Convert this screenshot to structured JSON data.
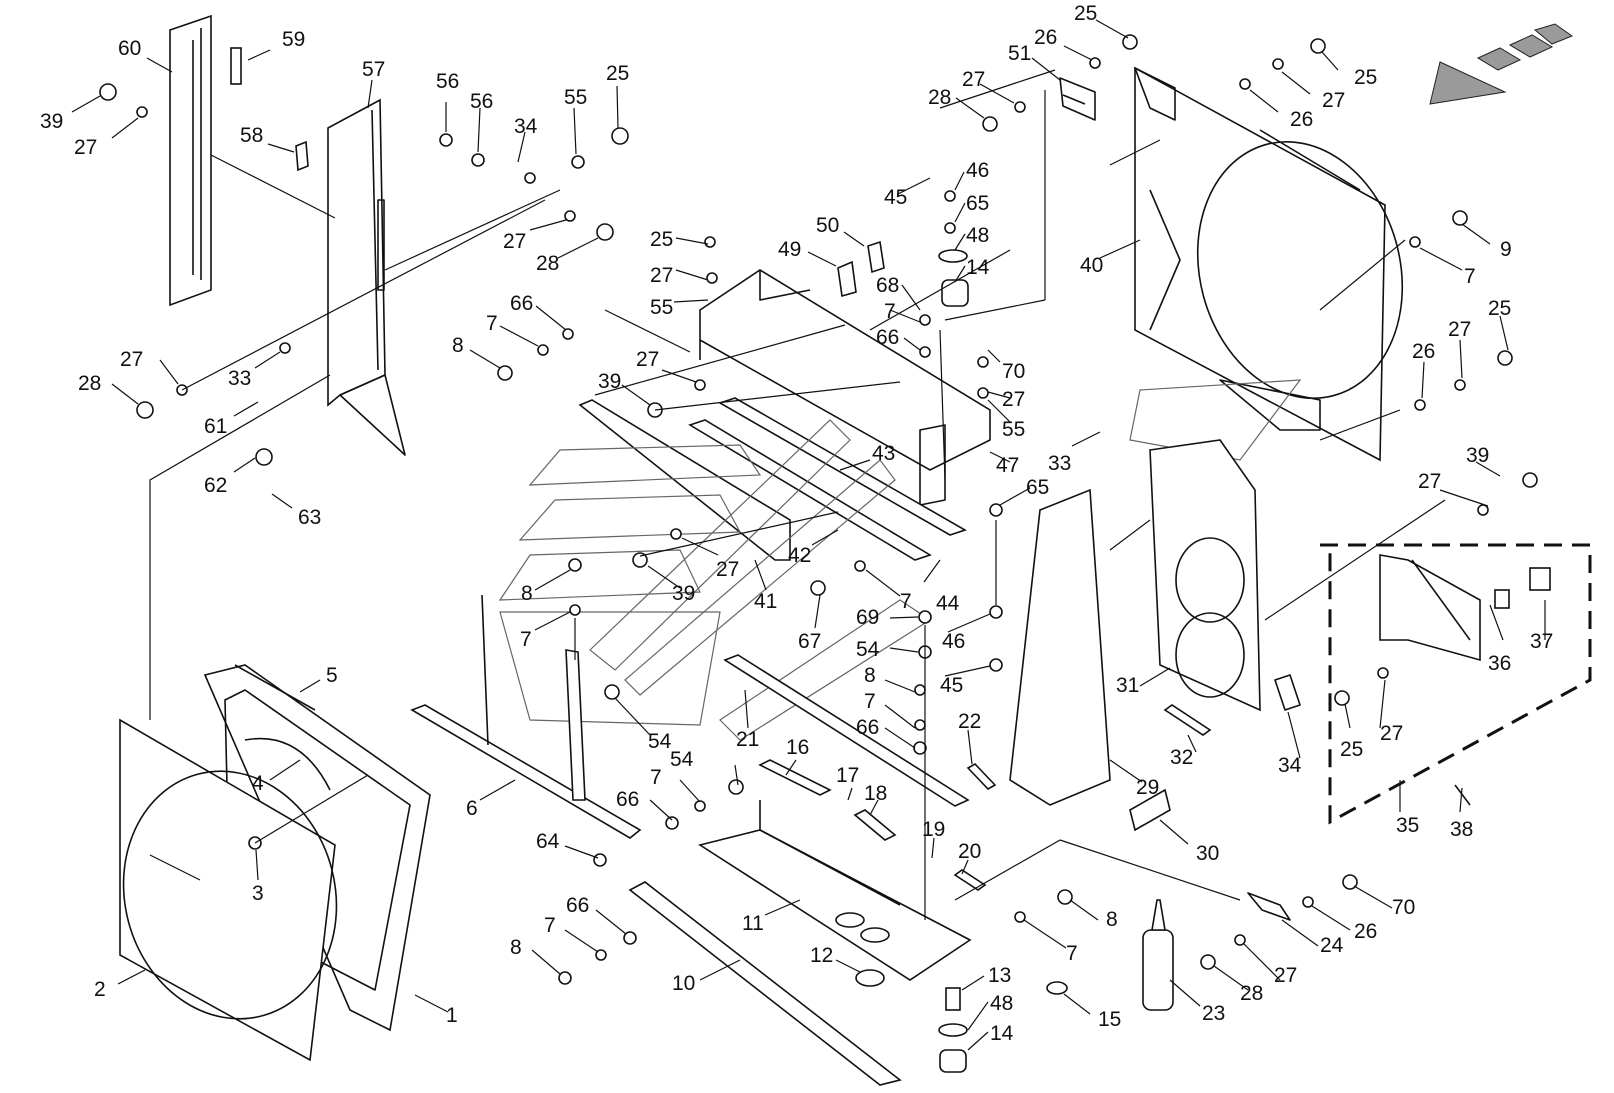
{
  "callouts": [
    {
      "id": "c-60",
      "text": "60"
    },
    {
      "id": "c-59",
      "text": "59"
    },
    {
      "id": "c-39a",
      "text": "39"
    },
    {
      "id": "c-27a",
      "text": "27"
    },
    {
      "id": "c-58",
      "text": "58"
    },
    {
      "id": "c-57",
      "text": "57"
    },
    {
      "id": "c-56a",
      "text": "56"
    },
    {
      "id": "c-56b",
      "text": "56"
    },
    {
      "id": "c-34a",
      "text": "34"
    },
    {
      "id": "c-55a",
      "text": "55"
    },
    {
      "id": "c-25a",
      "text": "25"
    },
    {
      "id": "c-27b",
      "text": "27"
    },
    {
      "id": "c-28a",
      "text": "28"
    },
    {
      "id": "c-27c",
      "text": "27"
    },
    {
      "id": "c-28b",
      "text": "28"
    },
    {
      "id": "c-33a",
      "text": "33"
    },
    {
      "id": "c-61",
      "text": "61"
    },
    {
      "id": "c-62",
      "text": "62"
    },
    {
      "id": "c-63",
      "text": "63"
    },
    {
      "id": "c-25b",
      "text": "25"
    },
    {
      "id": "c-27d",
      "text": "27"
    },
    {
      "id": "c-55b",
      "text": "55"
    },
    {
      "id": "c-50",
      "text": "50"
    },
    {
      "id": "c-49",
      "text": "49"
    },
    {
      "id": "c-66a",
      "text": "66"
    },
    {
      "id": "c-7a",
      "text": "7"
    },
    {
      "id": "c-8a",
      "text": "8"
    },
    {
      "id": "c-27e",
      "text": "27"
    },
    {
      "id": "c-39b",
      "text": "39"
    },
    {
      "id": "c-45a",
      "text": "45"
    },
    {
      "id": "c-46a",
      "text": "46"
    },
    {
      "id": "c-65a",
      "text": "65"
    },
    {
      "id": "c-48a",
      "text": "48"
    },
    {
      "id": "c-14a",
      "text": "14"
    },
    {
      "id": "c-68",
      "text": "68"
    },
    {
      "id": "c-7b",
      "text": "7"
    },
    {
      "id": "c-66b",
      "text": "66"
    },
    {
      "id": "c-70a",
      "text": "70"
    },
    {
      "id": "c-27f",
      "text": "27"
    },
    {
      "id": "c-55c",
      "text": "55"
    },
    {
      "id": "c-28c",
      "text": "28"
    },
    {
      "id": "c-27g",
      "text": "27"
    },
    {
      "id": "c-51",
      "text": "51"
    },
    {
      "id": "c-26a",
      "text": "26"
    },
    {
      "id": "c-25c",
      "text": "25"
    },
    {
      "id": "c-25d",
      "text": "25"
    },
    {
      "id": "c-27h",
      "text": "27"
    },
    {
      "id": "c-26b",
      "text": "26"
    },
    {
      "id": "c-40",
      "text": "40"
    },
    {
      "id": "c-9",
      "text": "9"
    },
    {
      "id": "c-7c",
      "text": "7"
    },
    {
      "id": "c-25e",
      "text": "25"
    },
    {
      "id": "c-27i",
      "text": "27"
    },
    {
      "id": "c-26c",
      "text": "26"
    },
    {
      "id": "c-43",
      "text": "43"
    },
    {
      "id": "c-47",
      "text": "47"
    },
    {
      "id": "c-33b",
      "text": "33"
    },
    {
      "id": "c-65b",
      "text": "65"
    },
    {
      "id": "c-39c",
      "text": "39"
    },
    {
      "id": "c-27j",
      "text": "27"
    },
    {
      "id": "c-42",
      "text": "42"
    },
    {
      "id": "c-27k",
      "text": "27"
    },
    {
      "id": "c-39d",
      "text": "39"
    },
    {
      "id": "c-41",
      "text": "41"
    },
    {
      "id": "c-8b",
      "text": "8"
    },
    {
      "id": "c-7d",
      "text": "7"
    },
    {
      "id": "c-44",
      "text": "44"
    },
    {
      "id": "c-7e",
      "text": "7"
    },
    {
      "id": "c-67",
      "text": "67"
    },
    {
      "id": "c-69",
      "text": "69"
    },
    {
      "id": "c-54a",
      "text": "54"
    },
    {
      "id": "c-46b",
      "text": "46"
    },
    {
      "id": "c-45b",
      "text": "45"
    },
    {
      "id": "c-8c",
      "text": "8"
    },
    {
      "id": "c-7f",
      "text": "7"
    },
    {
      "id": "c-66c",
      "text": "66"
    },
    {
      "id": "c-22",
      "text": "22"
    },
    {
      "id": "c-54b",
      "text": "54"
    },
    {
      "id": "c-21",
      "text": "21"
    },
    {
      "id": "c-16",
      "text": "16"
    },
    {
      "id": "c-54c",
      "text": "54"
    },
    {
      "id": "c-7g",
      "text": "7"
    },
    {
      "id": "c-66d",
      "text": "66"
    },
    {
      "id": "c-17",
      "text": "17"
    },
    {
      "id": "c-18",
      "text": "18"
    },
    {
      "id": "c-31",
      "text": "31"
    },
    {
      "id": "c-32",
      "text": "32"
    },
    {
      "id": "c-34b",
      "text": "34"
    },
    {
      "id": "c-29",
      "text": "29"
    },
    {
      "id": "c-30",
      "text": "30"
    },
    {
      "id": "c-5",
      "text": "5"
    },
    {
      "id": "c-4",
      "text": "4"
    },
    {
      "id": "c-6",
      "text": "6"
    },
    {
      "id": "c-64",
      "text": "64"
    },
    {
      "id": "c-3",
      "text": "3"
    },
    {
      "id": "c-19",
      "text": "19"
    },
    {
      "id": "c-20",
      "text": "20"
    },
    {
      "id": "c-66e",
      "text": "66"
    },
    {
      "id": "c-7h",
      "text": "7"
    },
    {
      "id": "c-8d",
      "text": "8"
    },
    {
      "id": "c-11",
      "text": "11"
    },
    {
      "id": "c-12",
      "text": "12"
    },
    {
      "id": "c-10",
      "text": "10"
    },
    {
      "id": "c-13",
      "text": "13"
    },
    {
      "id": "c-48b",
      "text": "48"
    },
    {
      "id": "c-14b",
      "text": "14"
    },
    {
      "id": "c-15",
      "text": "15"
    },
    {
      "id": "c-8e",
      "text": "8"
    },
    {
      "id": "c-7i",
      "text": "7"
    },
    {
      "id": "c-23",
      "text": "23"
    },
    {
      "id": "c-27l",
      "text": "27"
    },
    {
      "id": "c-28d",
      "text": "28"
    },
    {
      "id": "c-24",
      "text": "24"
    },
    {
      "id": "c-26d",
      "text": "26"
    },
    {
      "id": "c-70b",
      "text": "70"
    },
    {
      "id": "c-2",
      "text": "2"
    },
    {
      "id": "c-1",
      "text": "1"
    },
    {
      "id": "c-25f",
      "text": "25"
    },
    {
      "id": "c-27m",
      "text": "27"
    },
    {
      "id": "c-35",
      "text": "35"
    },
    {
      "id": "c-38",
      "text": "38"
    },
    {
      "id": "c-36",
      "text": "36"
    },
    {
      "id": "c-37",
      "text": "37"
    }
  ]
}
